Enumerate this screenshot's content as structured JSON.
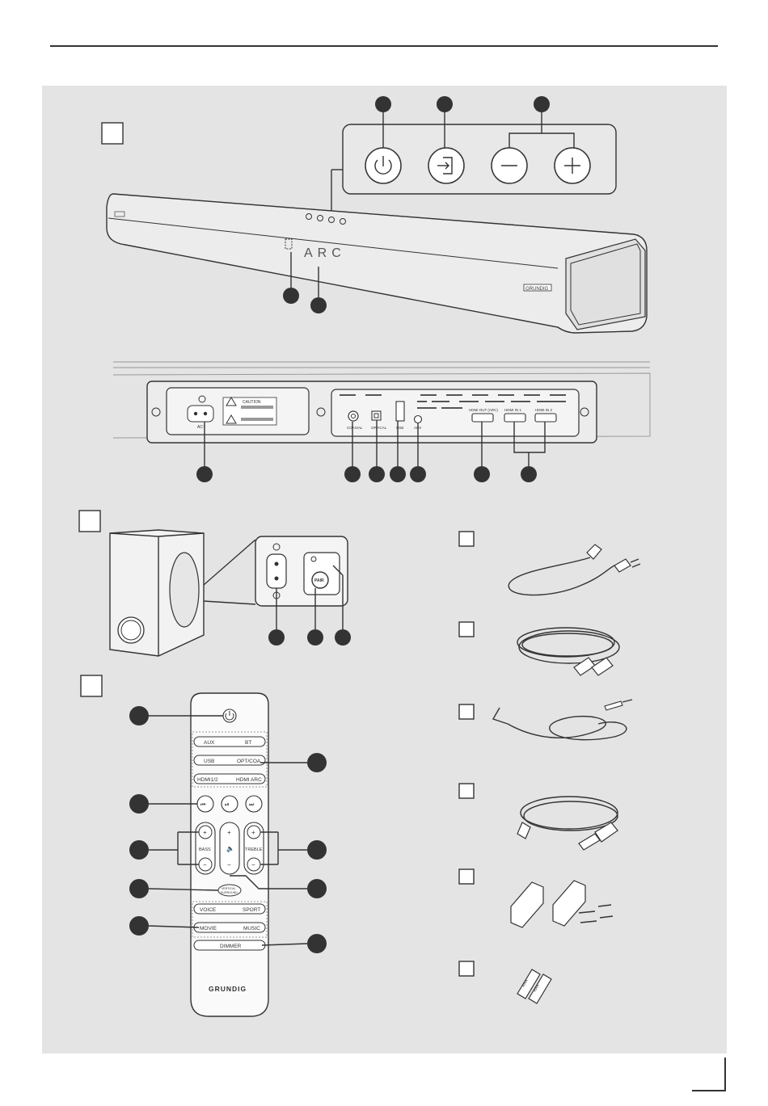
{
  "soundbar": {
    "front_text": "ARC",
    "logo": "GRUNDIG",
    "rear_labels": {
      "ac": "AC~",
      "coaxial": "COAXIAL",
      "optical": "OPTICAL",
      "usb": "USB",
      "aux": "AUX",
      "hdmi_out": "HDMI OUT (ARC)",
      "hdmi_in1": "HDMI IN 1",
      "hdmi_in2": "HDMI IN 2",
      "caution": "CAUTION"
    },
    "top_buttons": [
      "power-icon",
      "input-icon",
      "minus-icon",
      "plus-icon"
    ]
  },
  "subwoofer": {
    "pair_label": "PAIR"
  },
  "remote": {
    "brand": "GRUNDIG",
    "row1": [
      "AUX",
      "BT"
    ],
    "row2": [
      "USB",
      "OPT/COA"
    ],
    "row3": [
      "HDMI1/2",
      "HDMI ARC"
    ],
    "bass_label": "BASS",
    "treble_label": "TREBLE",
    "surround_line1": "VERTICAL",
    "surround_line2": "SURROUND",
    "row_voice": [
      "VOICE",
      "SPORT"
    ],
    "row_movie": [
      "MOVIE",
      "MUSIC"
    ],
    "dimmer": "DIMMER"
  },
  "accessories": {
    "batteries": [
      "AAA",
      "AAA"
    ]
  }
}
